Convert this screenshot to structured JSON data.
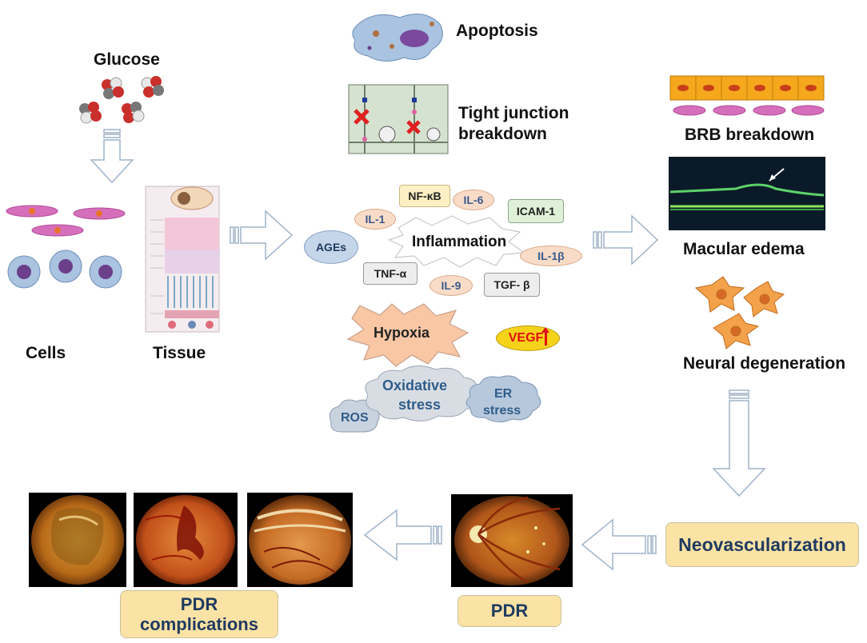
{
  "labels": {
    "glucose": "Glucose",
    "cells": "Cells",
    "tissue": "Tissue",
    "apoptosis": "Apoptosis",
    "tight_junction_line1": "Tight junction",
    "tight_junction_line2": "breakdown",
    "brb": "BRB breakdown",
    "macular": "Macular edema",
    "neural": "Neural degeneration"
  },
  "inflammation": {
    "center": "Inflammation",
    "ages": "AGEs",
    "nfkb": "NF-κB",
    "il6": "IL-6",
    "il1": "IL-1",
    "icam1": "ICAM-1",
    "il1b": "IL-1β",
    "tnfa": "TNF-α",
    "il9": "IL-9",
    "tgfb": "TGF- β"
  },
  "hypoxia": "Hypoxia",
  "vegf": "VEGF",
  "stress": {
    "oxidative_line1": "Oxidative",
    "oxidative_line2": "stress",
    "er_line1": "ER",
    "er_line2": "stress",
    "ros": "ROS"
  },
  "boxes": {
    "neovascularization": "Neovascularization",
    "pdr": "PDR",
    "pdr_comp_line1": "PDR",
    "pdr_comp_line2": "complications"
  },
  "colors": {
    "box_fill": "#fbe3a6",
    "box_text": "#1f3a5f",
    "pill_blue_text": "#3a5a8c",
    "vegf_red": "#e01010",
    "arrow_stroke": "#9fb3c8"
  }
}
